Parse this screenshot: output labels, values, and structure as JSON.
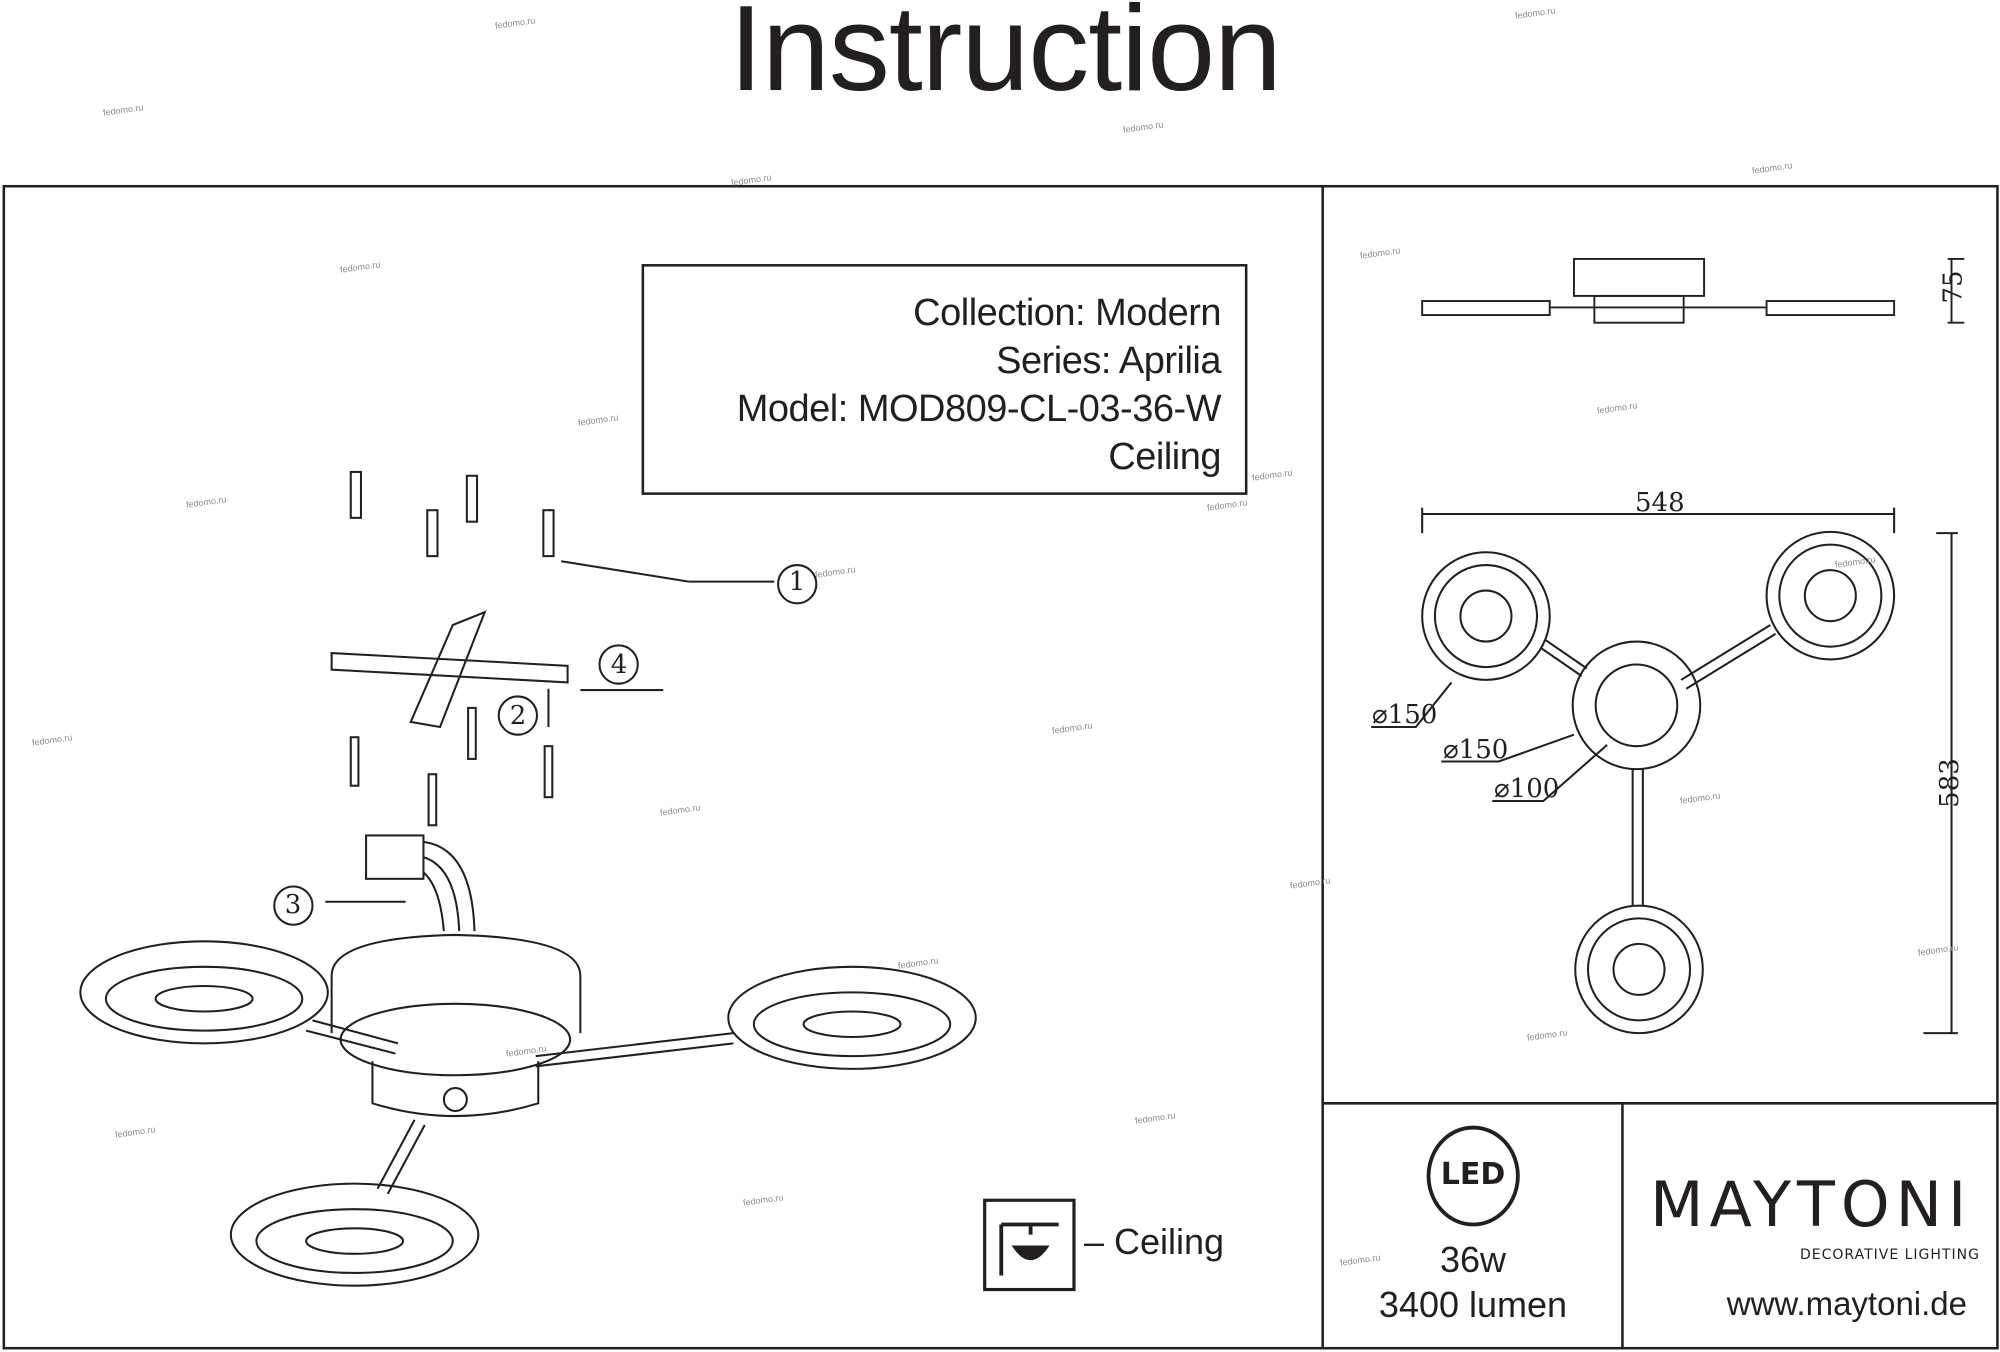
{
  "title": "Instruction",
  "info": {
    "collection": "Collection: Modern",
    "series": "Series: Aprilia",
    "model": "Model: MOD809-CL-03-36-W",
    "mounting": "Ceiling"
  },
  "steps": [
    "1",
    "2",
    "3",
    "4"
  ],
  "dimensions": {
    "height": "75",
    "width": "548",
    "length": "583",
    "ring_diameter": "⌀150",
    "center_outer_diameter": "⌀150",
    "center_inner_diameter": "⌀100"
  },
  "mount_legend": "– Ceiling",
  "specs": {
    "led_badge": "LED",
    "power": "36w",
    "luminous_flux": "3400 lumen"
  },
  "brand": {
    "logo": "MAYTONI",
    "tagline": "DECORATIVE LIGHTING",
    "website": "www.maytoni.de"
  },
  "watermark": "fedomo.ru",
  "colors": {
    "ink": "#231f20",
    "watermark": "#8a8a8a"
  }
}
